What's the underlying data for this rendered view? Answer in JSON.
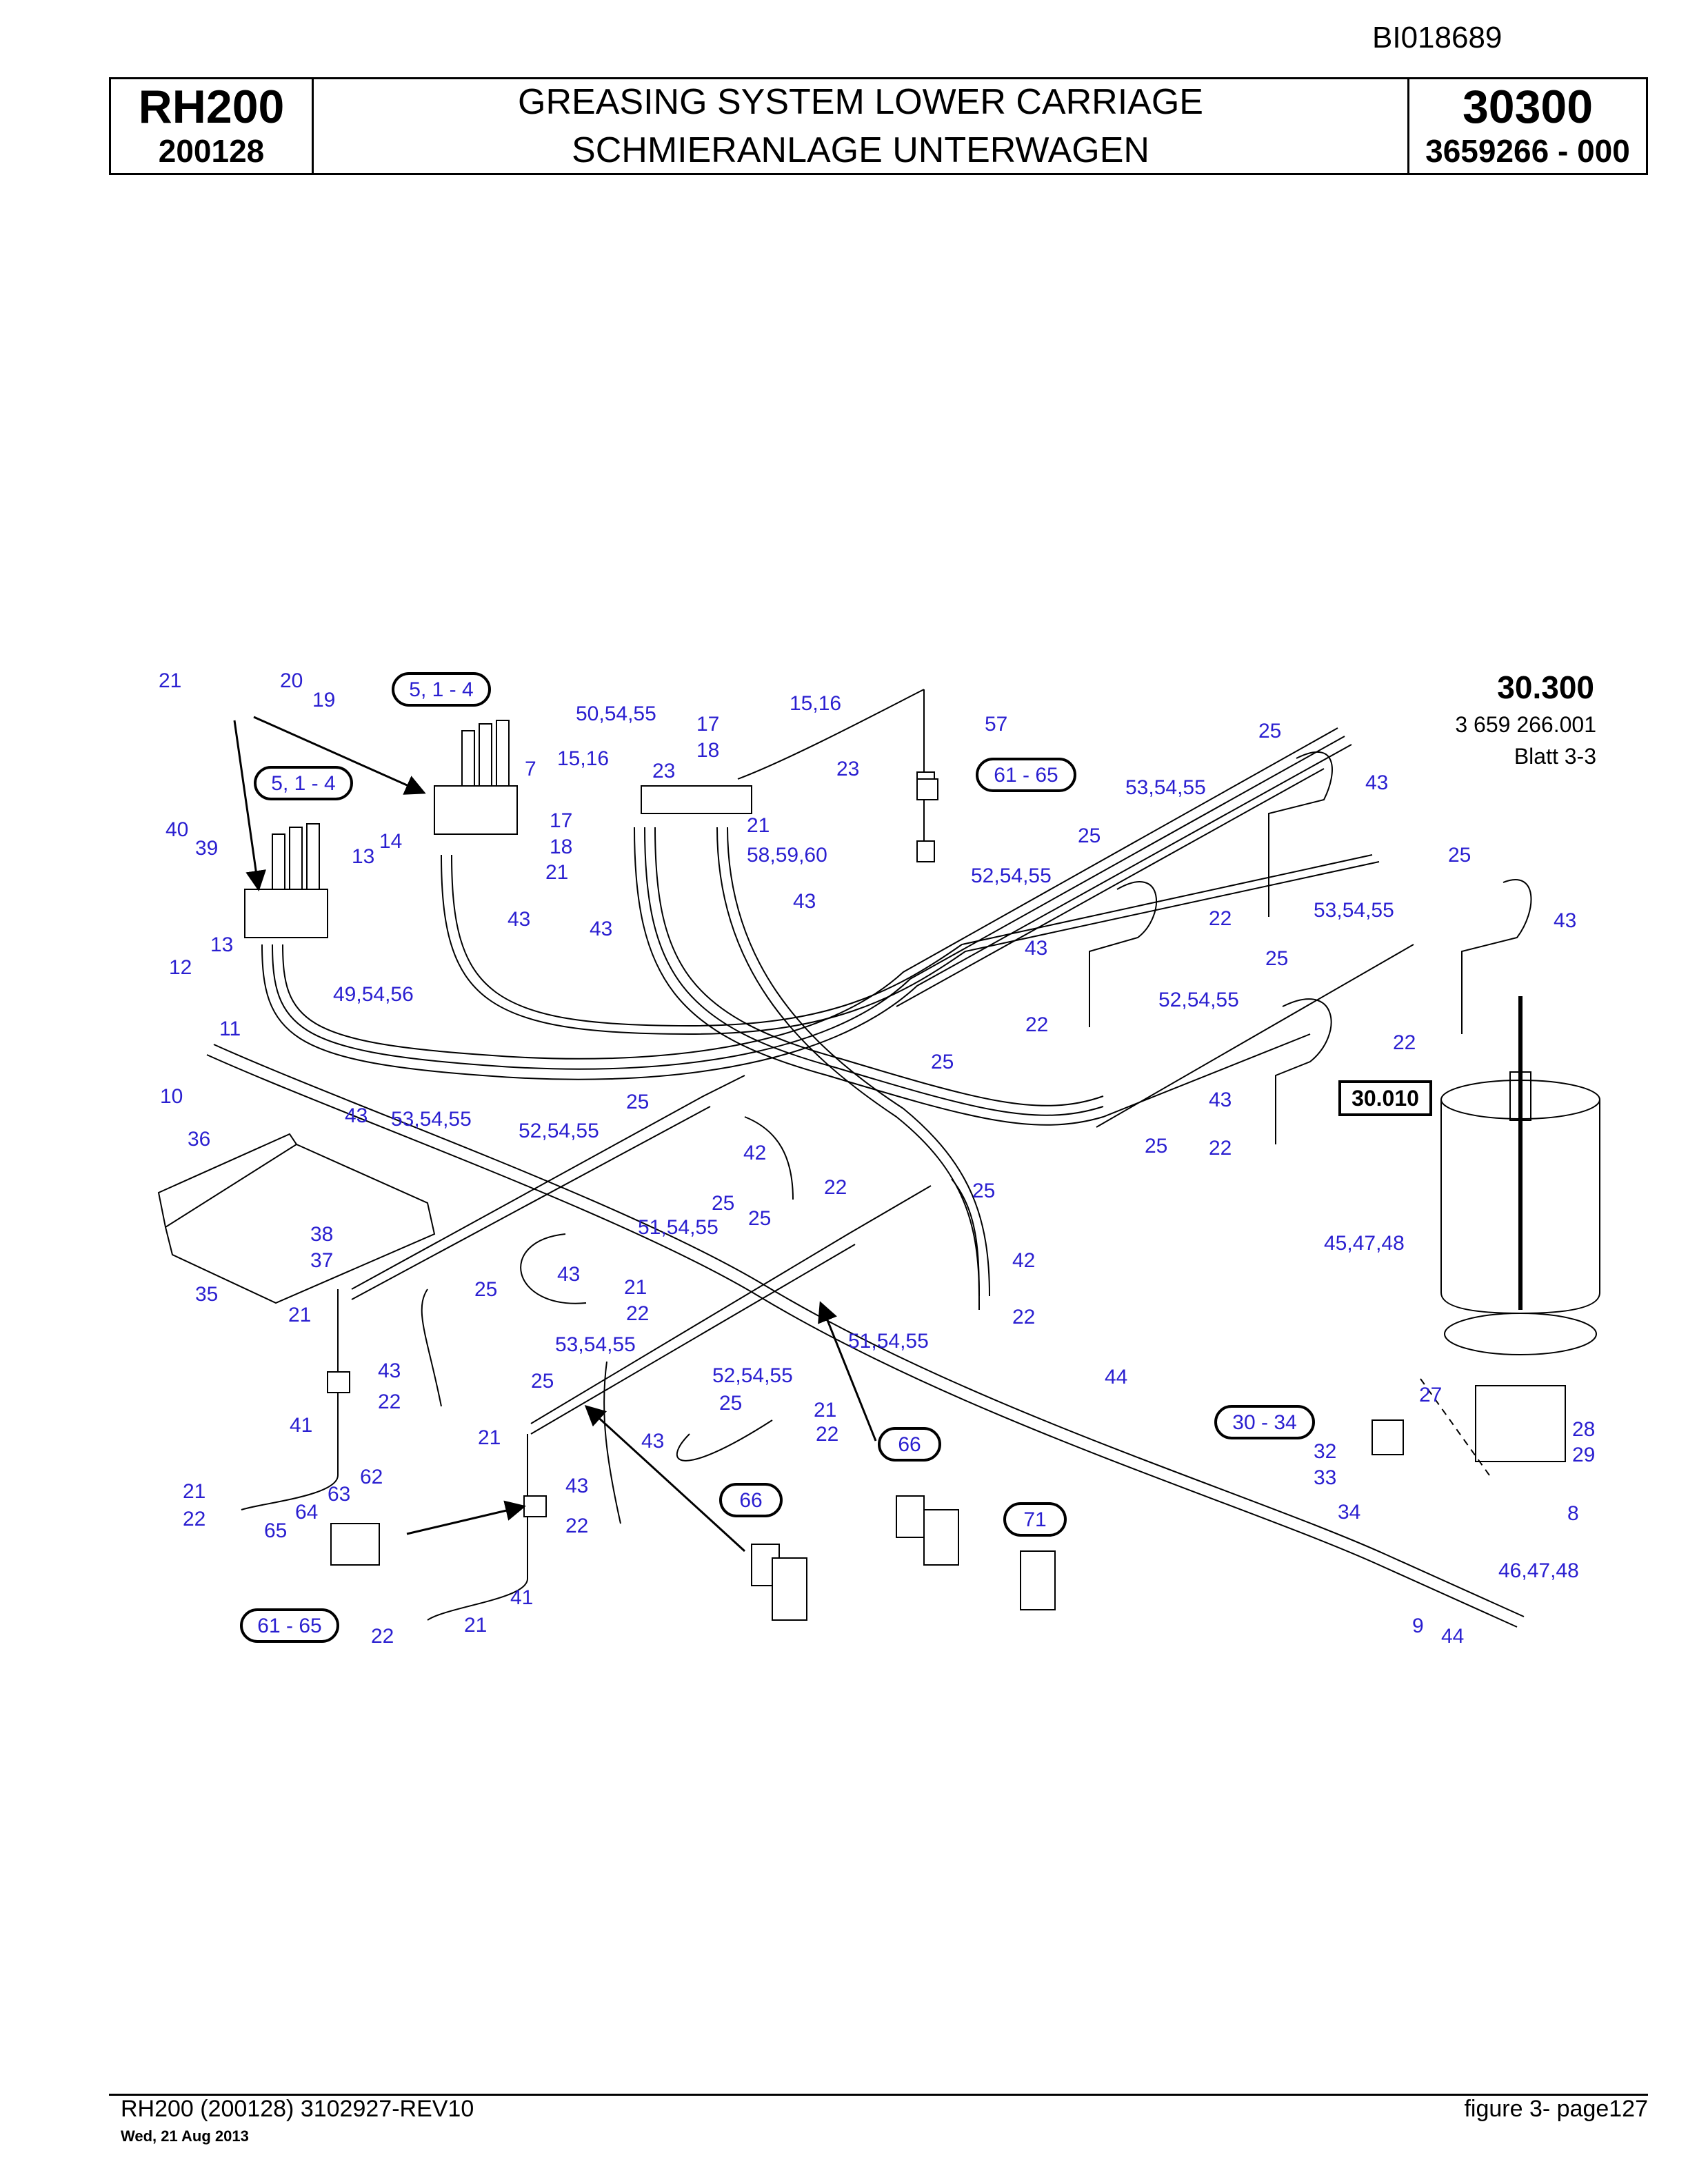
{
  "document_code": "BI018689",
  "header": {
    "model": "RH200",
    "serial": "200128",
    "title_en": "GREASING SYSTEM LOWER CARRIAGE",
    "title_de": "SCHMIERANLAGE UNTERWAGEN",
    "group": "30300",
    "part_number": "3659266 - 000"
  },
  "sheet": {
    "number": "30.300",
    "drawing": "3 659 266.001",
    "page": "Blatt 3-3"
  },
  "references": {
    "r1": "5, 1 - 4",
    "r2": "5, 1 - 4",
    "r3": "61 - 65",
    "r4": "61 - 65",
    "r5": "66",
    "r6": "66",
    "r7": "71",
    "r8": "30 - 34",
    "r9": "30.010"
  },
  "callouts": {
    "c1": "21",
    "c2": "20",
    "c3": "19",
    "c4": "40",
    "c5": "39",
    "c6": "13",
    "c7": "14",
    "c8": "13",
    "c9": "12",
    "c10": "49,54,56",
    "c11": "11",
    "c12": "10",
    "c13": "43",
    "c14": "7",
    "c15": "43",
    "c16": "50,54,55",
    "c17": "17",
    "c18": "18",
    "c19": "15,16",
    "c20": "15,16",
    "c21": "23",
    "c22": "23",
    "c23": "17",
    "c24": "18",
    "c25": "21",
    "c26": "21",
    "c27": "58,59,60",
    "c28": "43",
    "c29": "43",
    "c30": "57",
    "c31": "25",
    "c32": "53,54,55",
    "c33": "43",
    "c34": "25",
    "c35": "52,54,55",
    "c36": "43",
    "c37": "22",
    "c38": "25",
    "c39": "53,54,55",
    "c40": "43",
    "c41": "25",
    "c42": "52,54,55",
    "c43": "22",
    "c44": "43",
    "c45": "22",
    "c46": "25",
    "c47": "22",
    "c48": "36",
    "c49": "53,54,55",
    "c50": "52,54,55",
    "c51": "25",
    "c52": "42",
    "c53": "22",
    "c54": "25",
    "c55": "51,54,55",
    "c56": "25",
    "c57": "25",
    "c58": "25",
    "c59": "38",
    "c60": "37",
    "c61": "35",
    "c62": "21",
    "c63": "25",
    "c64": "43",
    "c65": "21",
    "c66": "22",
    "c67": "42",
    "c68": "22",
    "c69": "43",
    "c70": "22",
    "c71": "53,54,55",
    "c72": "51,54,55",
    "c73": "25",
    "c74": "52,54,55",
    "c75": "25",
    "c76": "21",
    "c77": "21",
    "c78": "22",
    "c79": "43",
    "c80": "44",
    "c81": "41",
    "c82": "43",
    "c83": "22",
    "c84": "62",
    "c85": "21",
    "c86": "63",
    "c87": "22",
    "c88": "64",
    "c89": "65",
    "c90": "41",
    "c91": "22",
    "c92": "21",
    "c93": "45,47,48",
    "c94": "27",
    "c95": "32",
    "c96": "28",
    "c97": "33",
    "c98": "29",
    "c99": "34",
    "c100": "8",
    "c101": "46,47,48",
    "c102": "9",
    "c103": "44"
  },
  "footer": {
    "left": "RH200 (200128) 3102927-REV10",
    "date": "Wed, 21 Aug 2013",
    "right": "figure 3- page127"
  }
}
